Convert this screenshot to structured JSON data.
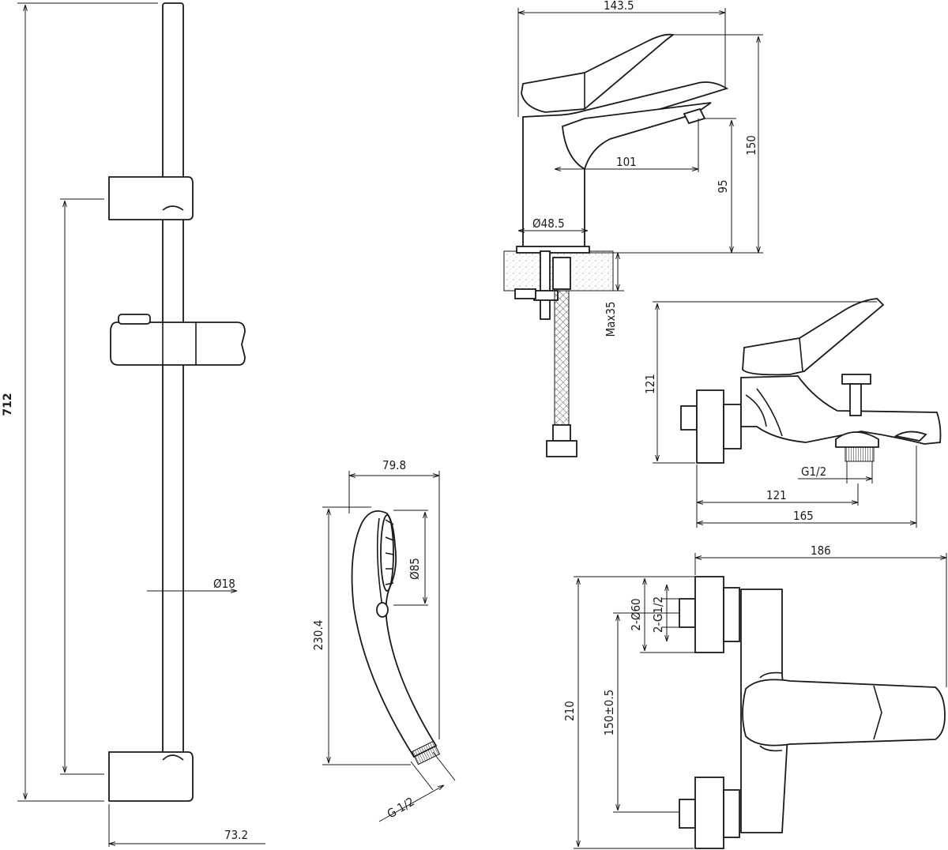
{
  "shower_rail": {
    "height": "712",
    "rod_diameter": "Ø18",
    "base_width": "73.2"
  },
  "hand_shower": {
    "width": "79.8",
    "head_diameter": "Ø85",
    "length": "230.4",
    "thread": "G 1/2"
  },
  "basin_mixer": {
    "depth": "143.5",
    "height": "150",
    "spout_reach": "101",
    "spout_height": "95",
    "base_diameter": "Ø48.5",
    "max_counter": "Max35"
  },
  "bath_mixer_side": {
    "height": "121",
    "thread": "G1/2",
    "spout_axis": "121",
    "overall_depth": "165"
  },
  "bath_mixer_top": {
    "width": "186",
    "flange_diameter": "2-Ø60",
    "inlet_thread": "2-G1/2",
    "height": "210",
    "centers": "150±0.5"
  }
}
